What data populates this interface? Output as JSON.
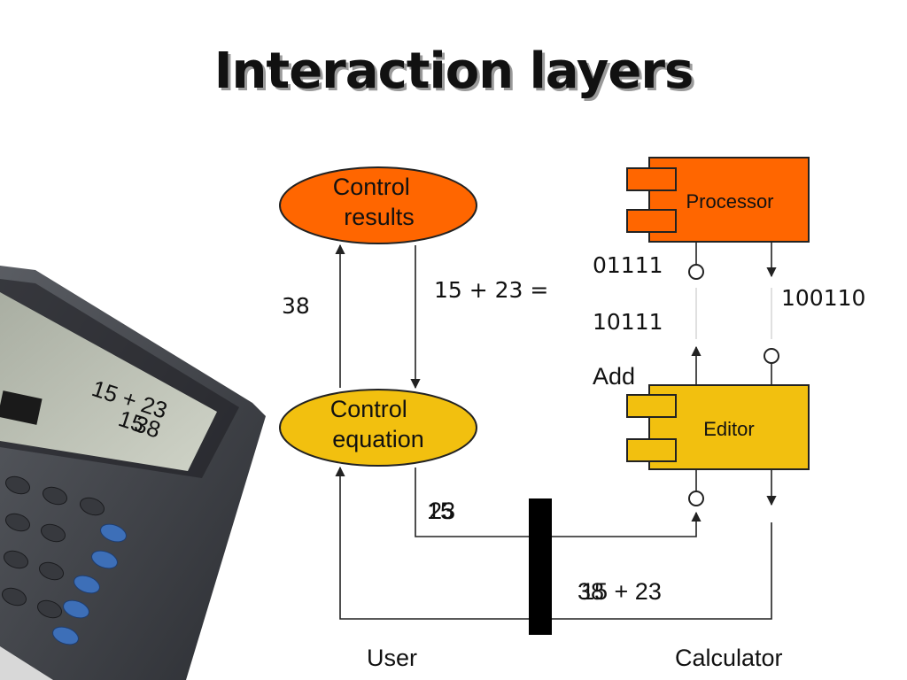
{
  "title": "Interaction layers",
  "nodes": {
    "control_results": "Control results",
    "control_equation": "Control equation",
    "processor": "Processor",
    "editor": "Editor"
  },
  "labels": {
    "user": "User",
    "calculator": "Calculator",
    "result_38": "38",
    "equation": "15 + 23 =",
    "binary_a": "01111",
    "binary_b": "10111",
    "binary_result": "100110",
    "add": "Add",
    "keys_overlap_a": "15",
    "keys_overlap_b": "23",
    "display_overlap_a": "38",
    "display_overlap_b": "15 + 23",
    "calc_display_a": "15 + 23",
    "calc_display_b": "15",
    "calc_display_c": "38"
  },
  "colors": {
    "orange": "#ff6600",
    "yellow": "#f2c00f",
    "line": "#222222",
    "bar": "#000000"
  }
}
